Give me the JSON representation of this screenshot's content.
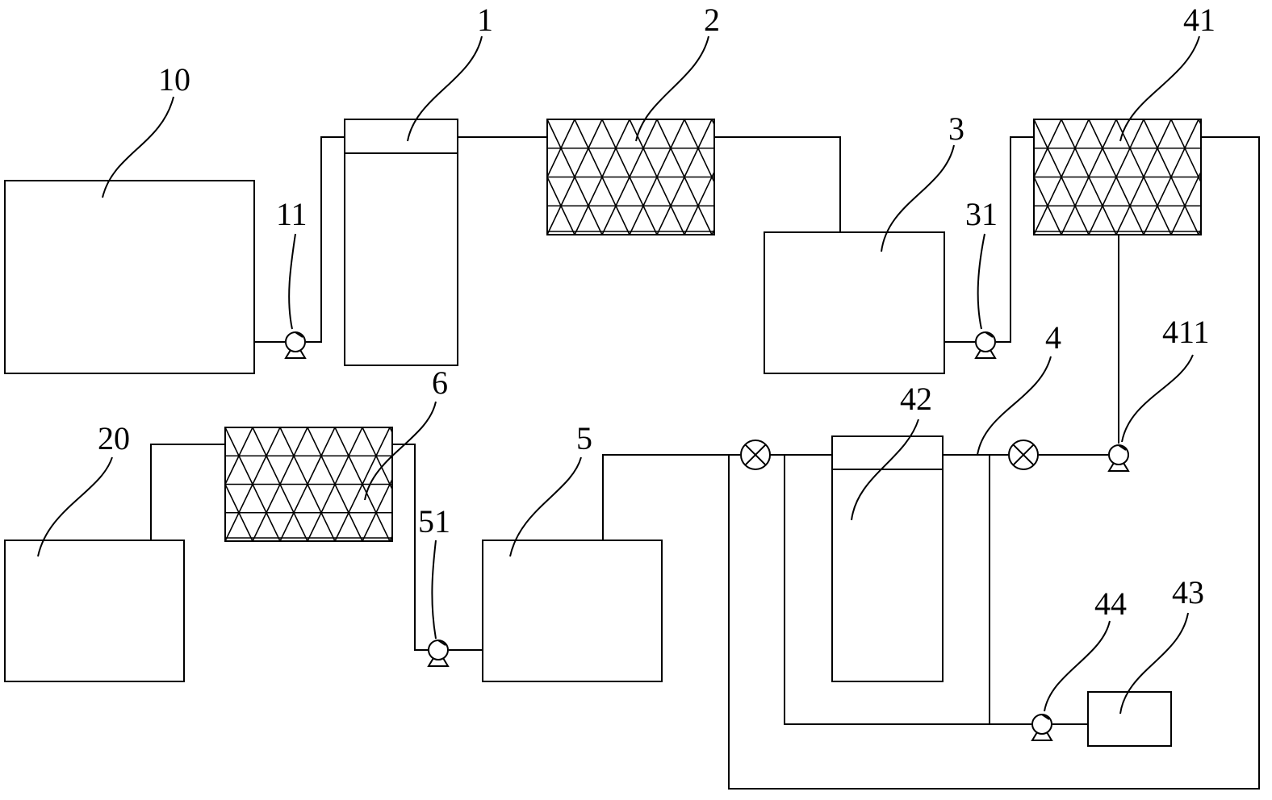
{
  "labels": {
    "l10": "10",
    "l1": "1",
    "l2": "2",
    "l3": "3",
    "l41": "41",
    "l11": "11",
    "l31": "31",
    "l4": "4",
    "l411": "411",
    "l42": "42",
    "l6": "6",
    "l20": "20",
    "l5": "5",
    "l51": "51",
    "l44": "44",
    "l43": "43"
  },
  "colors": {
    "line": "#000000",
    "background": "#ffffff"
  }
}
